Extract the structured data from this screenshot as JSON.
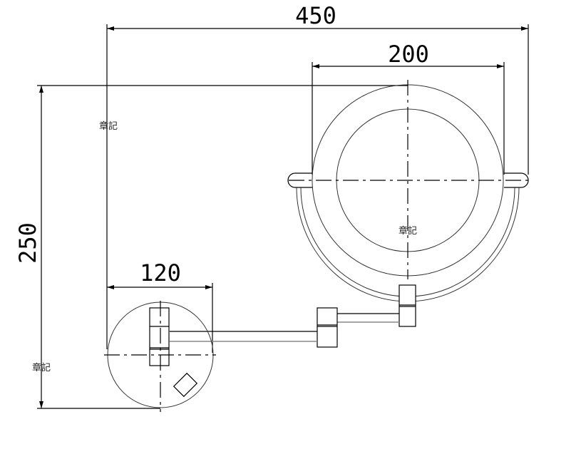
{
  "dimensions": {
    "overall_width": "450",
    "mirror_diameter": "200",
    "overall_height": "250",
    "base_diameter": "120"
  },
  "annotations": [
    "章記",
    "章記",
    "章記"
  ],
  "colors": {
    "line": "#000000",
    "background": "#ffffff"
  }
}
